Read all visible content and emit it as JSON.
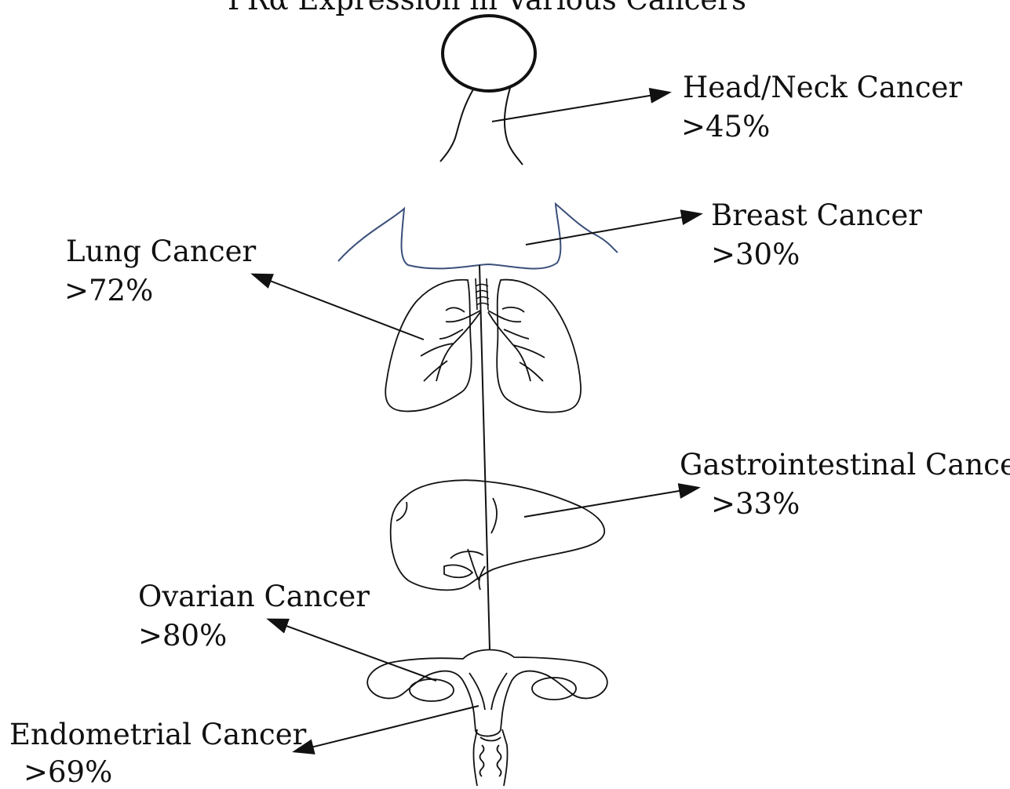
{
  "title": "PRα Expression in Various Cancers",
  "labels": [
    {
      "key": "head_neck",
      "name": "Head/Neck Cancer",
      "value": ">45%"
    },
    {
      "key": "breast",
      "name": "Breast Cancer",
      "value": ">30%"
    },
    {
      "key": "lung",
      "name": "Lung Cancer",
      "value": ">72%"
    },
    {
      "key": "gastro",
      "name": "Gastrointestinal Cancer",
      "value": ">33%"
    },
    {
      "key": "ovarian",
      "name": "Ovarian Cancer",
      "value": ">80%"
    },
    {
      "key": "endometrial",
      "name": "Endometrial Cancer",
      "value": ">69%"
    }
  ],
  "colors": {
    "line": "#111111",
    "breast_outline": "#3b4f7a"
  }
}
